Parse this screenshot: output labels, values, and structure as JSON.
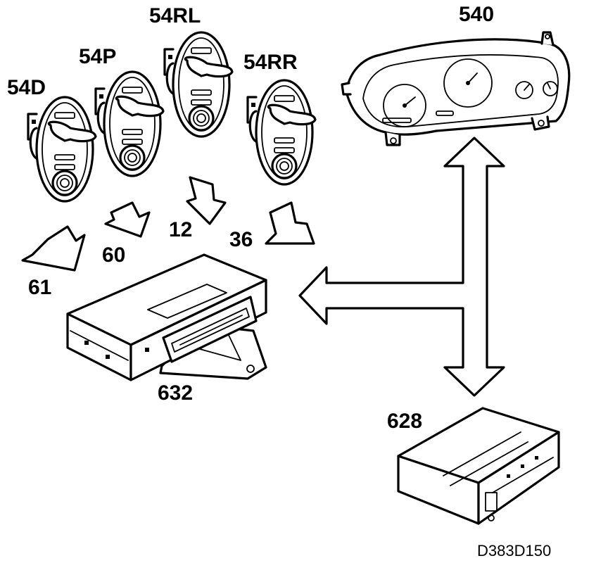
{
  "colors": {
    "line": "#000000",
    "background": "#ffffff"
  },
  "diagram": {
    "labels": {
      "switch_driver": "54D",
      "switch_passenger": "54P",
      "switch_rear_left": "54RL",
      "switch_rear_right": "54RR",
      "instrument_cluster": "540",
      "control_module": "632",
      "control_unit": "628",
      "signal_61": "61",
      "signal_60": "60",
      "signal_12": "12",
      "signal_36": "36"
    },
    "figure_code": "D383D150"
  }
}
